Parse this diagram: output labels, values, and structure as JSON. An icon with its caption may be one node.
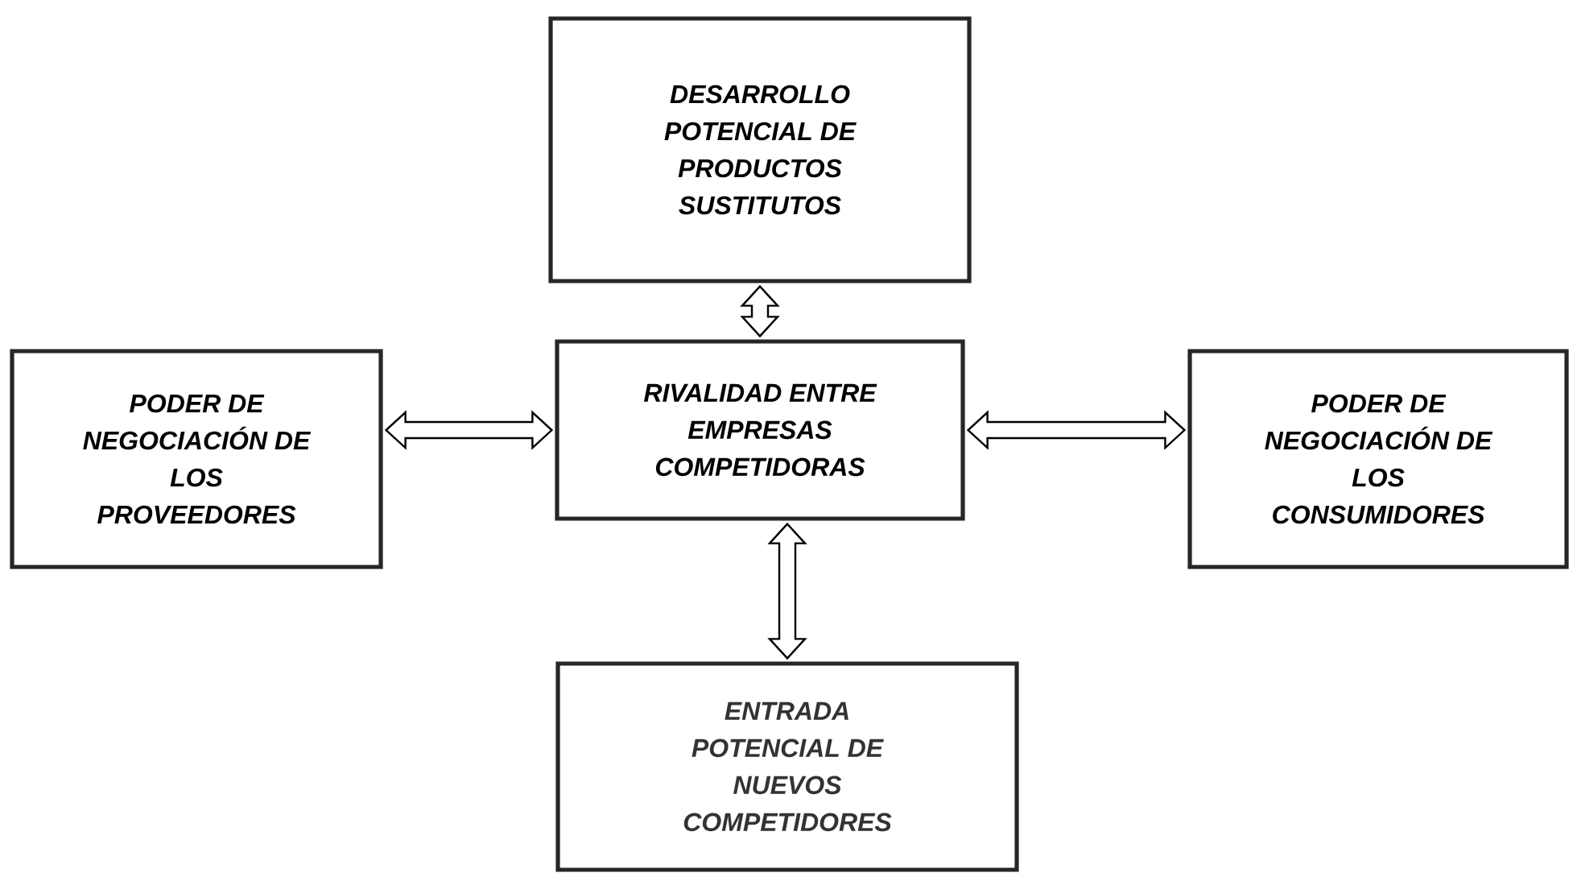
{
  "diagram": {
    "nodes": [
      {
        "text": [
          "DESARROLLO POTENCIAL DE PRODUCTOS SUSTITUTOS"
        ]
      },
      {
        "text": [
          "PODER DE NEGOCIACIÓN DE LOS PROVEEDORES"
        ]
      },
      {
        "text": [
          "RIVALIDAD ENTRE EMPRESAS COMPETIDORAS"
        ]
      },
      {
        "text": [
          "PODER DE NEGOCIACIÓN DE LOS CONSUMIDORES"
        ]
      },
      {
        "text": [
          "ENTRADA POTENCIAL DE NUEVOS COMPETIDORES"
        ]
      }
    ],
    "edges": [
      {
        "from": 0,
        "to": 2,
        "arrow": "both"
      },
      {
        "from": 1,
        "to": 2,
        "arrow": "both"
      },
      {
        "from": 2,
        "to": 3,
        "arrow": "both"
      },
      {
        "from": 2,
        "to": 4,
        "arrow": "both"
      }
    ]
  }
}
